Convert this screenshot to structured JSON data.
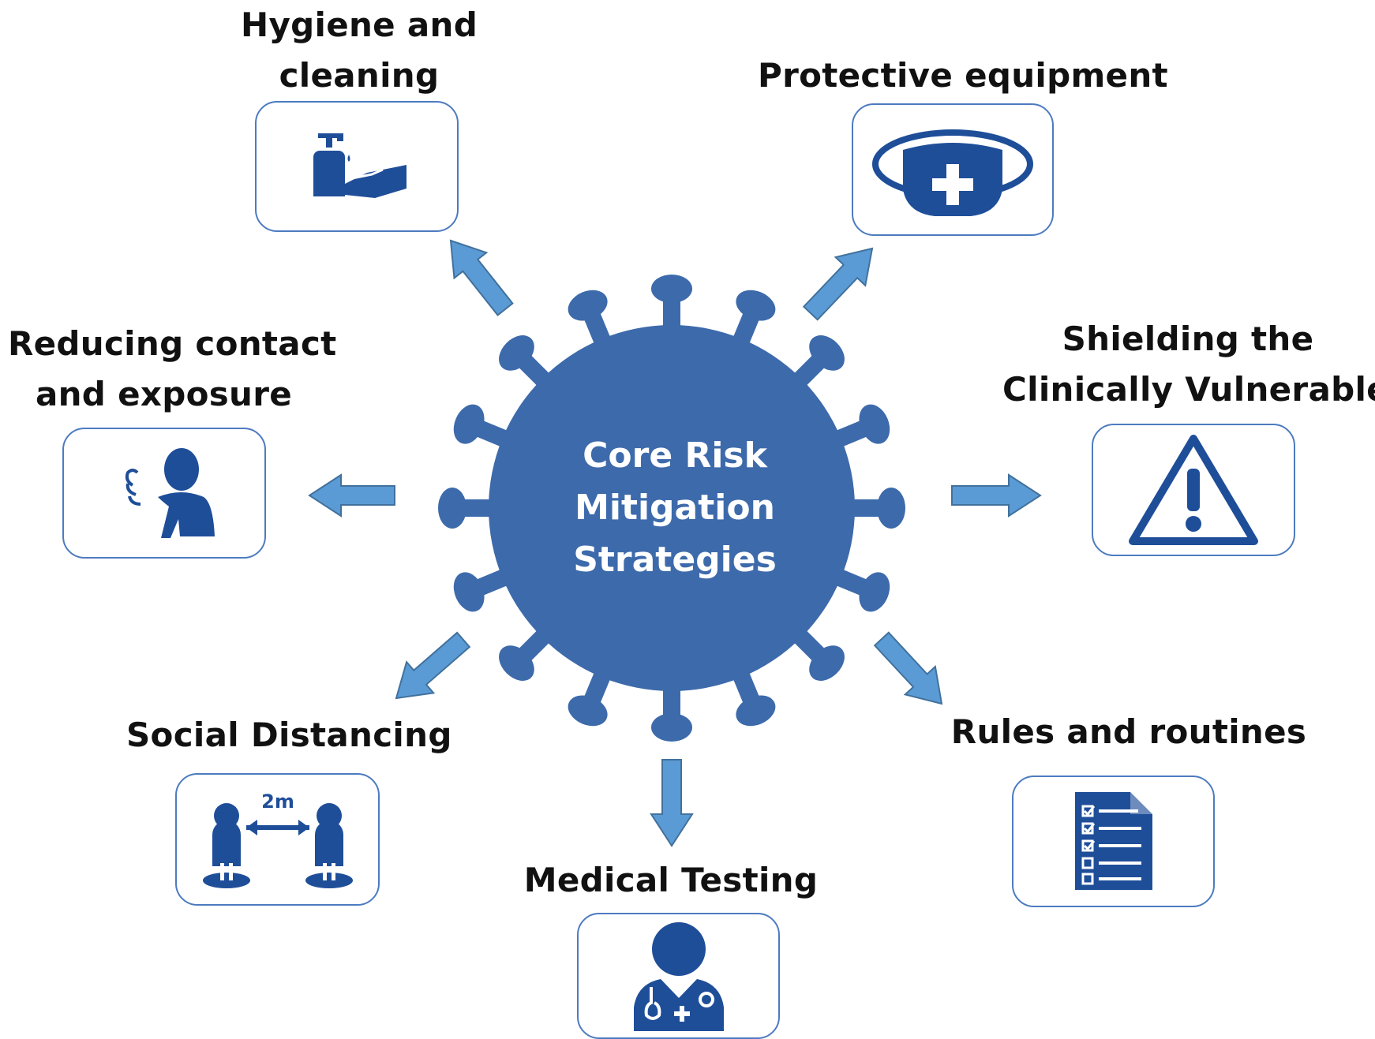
{
  "center": {
    "lines": [
      "Core Risk",
      "Mitigation",
      "Strategies"
    ]
  },
  "strategies": {
    "hygiene": {
      "lines": [
        "Hygiene and",
        "cleaning"
      ],
      "icon": "hand-sanitizer-icon"
    },
    "protective": {
      "lines": [
        "Protective equipment"
      ],
      "icon": "face-mask-icon"
    },
    "reducing": {
      "lines": [
        "Reducing contact",
        "and exposure"
      ],
      "icon": "coughing-person-icon"
    },
    "shielding": {
      "lines": [
        "Shielding the",
        "Clinically  Vulnerable"
      ],
      "icon": "warning-icon"
    },
    "social": {
      "lines": [
        "Social Distancing"
      ],
      "icon": "social-distance-icon",
      "distance_label": "2m"
    },
    "rules": {
      "lines": [
        "Rules and routines"
      ],
      "icon": "checklist-icon"
    },
    "medical": {
      "lines": [
        "Medical Testing"
      ],
      "icon": "doctor-icon"
    }
  },
  "colors": {
    "virus": "#3d6aab",
    "arrow": "#5b9bd5",
    "arrow_stroke": "#41719c",
    "icon": "#1f4e99",
    "box_border": "#4d7bc0"
  }
}
